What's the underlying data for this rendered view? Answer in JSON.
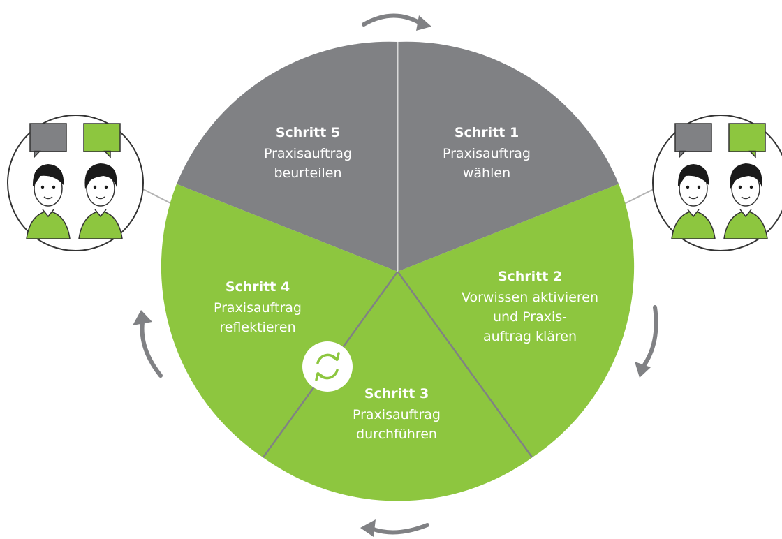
{
  "colors": {
    "gray": "#808184",
    "green": "#8dc63f",
    "divider_light": "#d9d9d9",
    "divider_gray": "#808184",
    "arrow": "#808184",
    "skin": "#ffffff",
    "hair": "#1a1a1a"
  },
  "steps": [
    {
      "title": "Schritt 1",
      "line1": "Praxisauftrag",
      "line2": "wählen",
      "line3": "",
      "color": "gray"
    },
    {
      "title": "Schritt 2",
      "line1": "Vorwissen aktivieren",
      "line2": "und Praxis-",
      "line3": "auftrag klären",
      "color": "green"
    },
    {
      "title": "Schritt 3",
      "line1": "Praxisauftrag",
      "line2": "durchführen",
      "line3": "",
      "color": "green"
    },
    {
      "title": "Schritt 4",
      "line1": "Praxisauftrag",
      "line2": "reflektieren",
      "line3": "",
      "color": "green"
    },
    {
      "title": "Schritt 5",
      "line1": "Praxisauftrag",
      "line2": "beurteilen",
      "line3": "",
      "color": "gray"
    }
  ],
  "icons": {
    "cycle": "cycle-arrows-icon",
    "people": "two-people-talking-icon",
    "arrow": "circular-arrow-icon"
  }
}
